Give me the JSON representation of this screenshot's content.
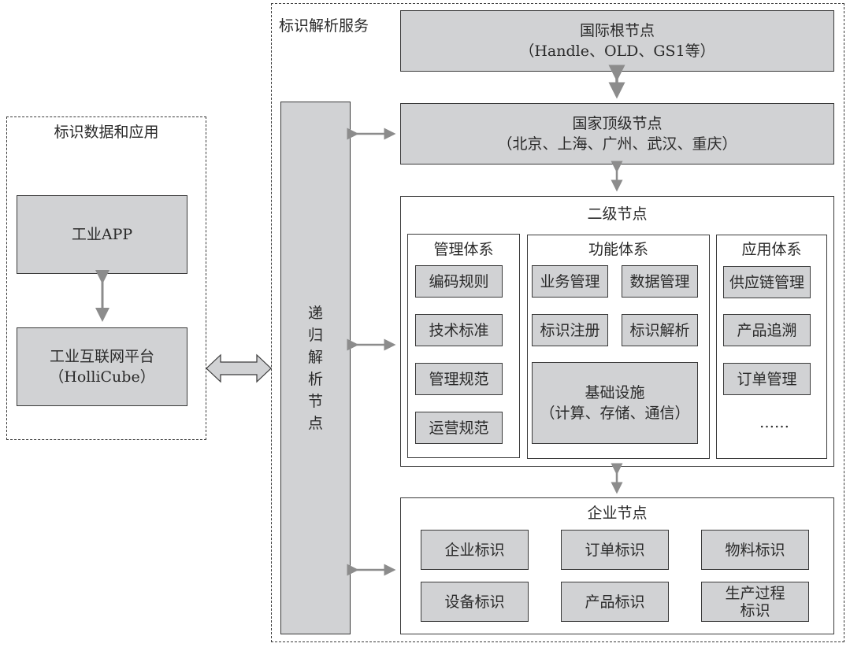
{
  "left_group": {
    "title": "标识数据和应用",
    "industrial_app": "工业APP",
    "platform_line1": "工业互联网平台",
    "platform_line2": "（HolliCube）"
  },
  "right_group": {
    "title": "标识解析服务",
    "recursive_node": [
      "递",
      "归",
      "解",
      "析",
      "节",
      "点"
    ],
    "root_node": {
      "line1": "国际根节点",
      "line2": "（Handle、OLD、GS1等）"
    },
    "national_node": {
      "line1": "国家顶级节点",
      "line2": "（北京、上海、广州、武汉、重庆）"
    },
    "secondary_node": {
      "title": "二级节点",
      "management": {
        "title": "管理体系",
        "items": [
          "编码规则",
          "技术标准",
          "管理规范",
          "运营规范"
        ]
      },
      "function": {
        "title": "功能体系",
        "items": [
          "业务管理",
          "数据管理",
          "标识注册",
          "标识解析"
        ],
        "infra_line1": "基础设施",
        "infra_line2": "（计算、存储、通信）"
      },
      "application": {
        "title": "应用体系",
        "items": [
          "供应链管理",
          "产品追溯",
          "订单管理",
          "……"
        ]
      }
    },
    "enterprise_node": {
      "title": "企业节点",
      "items": [
        "企业标识",
        "订单标识",
        "物料标识",
        "设备标识",
        "产品标识"
      ],
      "last_item_line1": "生产过程",
      "last_item_line2": "标识"
    }
  }
}
